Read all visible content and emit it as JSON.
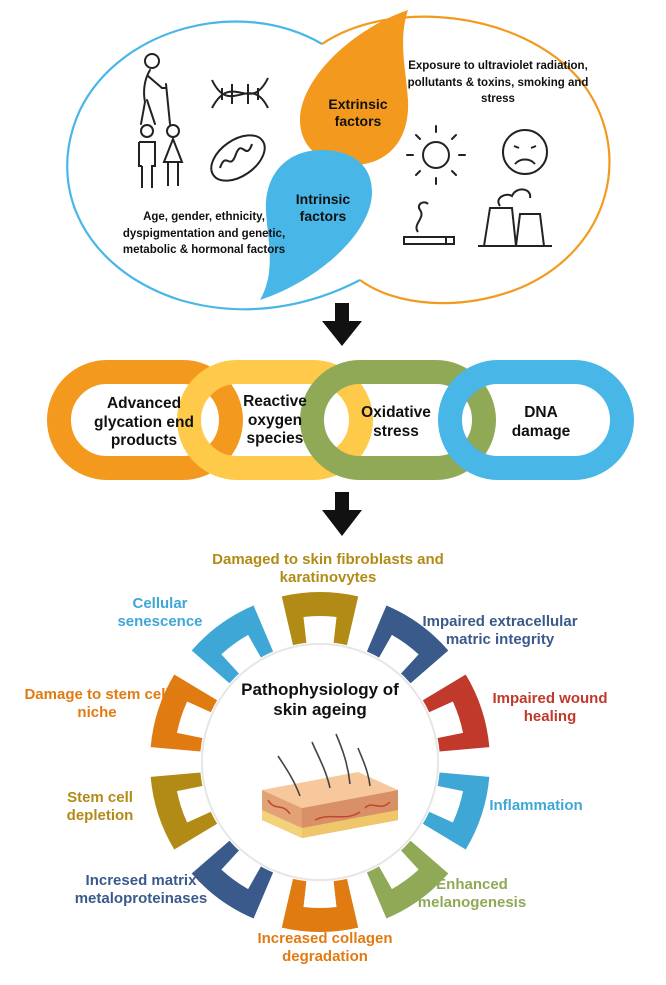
{
  "colors": {
    "orange": "#F39A1E",
    "yellow": "#FFC94A",
    "olive": "#8FA957",
    "sky": "#48B6E6",
    "navy": "#3A5A8C",
    "red": "#C0392B",
    "ochre": "#B28B17",
    "teal": "#3FA7D6",
    "tan": "#F6C860"
  },
  "factors": {
    "extrinsic_title": "Extrinsic factors",
    "extrinsic_desc": "Exposure to ultraviolet radiation, pollutants & toxins, smoking and stress",
    "intrinsic_title": "Intrinsic factors",
    "intrinsic_desc": "Age, gender, ethnicity, dyspigmentation and genetic, metabolic & hormonal factors",
    "intrinsic_icons": [
      "elderly-person-icon",
      "dna-icon",
      "couple-icon",
      "mitochondria-icon"
    ],
    "extrinsic_icons": [
      "sun-icon",
      "worried-face-icon",
      "cigarette-icon",
      "factory-icon"
    ]
  },
  "chain": {
    "links": [
      {
        "label": "Advanced glycation end products",
        "color": "#F39A1E"
      },
      {
        "label": "Reactive oxygen species",
        "color": "#FFC94A"
      },
      {
        "label": "Oxidative stress",
        "color": "#8FA957"
      },
      {
        "label": "DNA damage",
        "color": "#48B6E6"
      }
    ]
  },
  "ring": {
    "center_title": "Pathophysiology of skin ageing",
    "items": [
      {
        "label": "Damaged to skin fibroblasts and karatinovytes",
        "color": "#B28B17"
      },
      {
        "label": "Impaired extracellular matric integrity",
        "color": "#3A5A8C"
      },
      {
        "label": "Impaired wound healing",
        "color": "#C0392B"
      },
      {
        "label": "Inflammation",
        "color": "#3FA7D6"
      },
      {
        "label": "Enhanced melanogenesis",
        "color": "#8FA957"
      },
      {
        "label": "Increased collagen degradation",
        "color": "#E07B12"
      },
      {
        "label": "Incresed matrix metaloproteinases",
        "color": "#3A5A8C"
      },
      {
        "label": "Stem cell depletion",
        "color": "#B28B17"
      },
      {
        "label": "Damage to stem cell niche",
        "color": "#E07B12"
      },
      {
        "label": "Cellular senescence",
        "color": "#3FA7D6"
      }
    ]
  }
}
